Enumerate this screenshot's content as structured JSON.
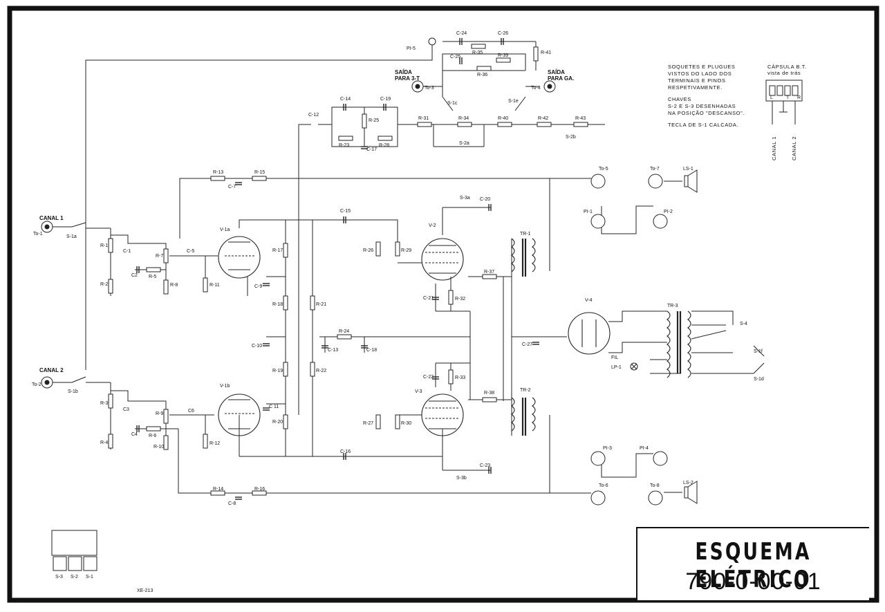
{
  "title": {
    "line1": "ESQUEMA ELÉTRICO",
    "line2": "790-0-00-01"
  },
  "drawing_code": "XE-213",
  "notes": {
    "sockets": [
      "SOQUETES E PLUGUES",
      "VISTOS DO LADO DOS",
      "TERMINAIS E PINOS",
      "RESPETIVAMENTE."
    ],
    "switches": [
      "CHAVES",
      "S-2 E S-3 DESENHADAS",
      "NA POSIÇÃO \"DESCANSO\"."
    ],
    "key": "TECLA DE S-1 CALCADA."
  },
  "capsule": {
    "title": "CÁPSULA B.T.",
    "subtitle": "vista de trás",
    "pins": [
      "L",
      "T",
      "R"
    ],
    "channels": [
      "CANAL 1",
      "CANAL 2"
    ]
  },
  "inputs": {
    "ch1": {
      "label": "CANAL 1",
      "jack": "To-1",
      "switch": "S-1a"
    },
    "ch2": {
      "label": "CANAL 2",
      "jack": "To-2",
      "switch": "S-1b"
    }
  },
  "outputs": {
    "out3t": {
      "label": [
        "SAÍDA",
        "PARA 3-T"
      ],
      "jack": "To-3"
    },
    "outga": {
      "label": [
        "SAÍDA",
        "PARA GA."
      ],
      "jack": "To-4"
    },
    "pl5": "PI-5"
  },
  "components": {
    "resistors": [
      "R-1",
      "R-2",
      "R-3",
      "R-4",
      "R-5",
      "R-6",
      "R-7",
      "R-8",
      "R-9",
      "R-10",
      "R-11",
      "R-12",
      "R-13",
      "R-14",
      "R-15",
      "R-16",
      "R-17",
      "R-18",
      "R-19",
      "R-20",
      "R-21",
      "R-22",
      "R-23",
      "R-24",
      "R-25",
      "R-26",
      "R-27",
      "R-28",
      "R-29",
      "R-30",
      "R-31",
      "R-32",
      "R-33",
      "R-34",
      "R-35",
      "R-36",
      "R-37",
      "R-38",
      "R-39",
      "R-40",
      "R-41",
      "R-42",
      "R-43"
    ],
    "capacitors": [
      "C-1",
      "C2",
      "C3",
      "C4",
      "C-5",
      "C6",
      "C-7",
      "C-8",
      "C-9",
      "C-10",
      "C 11",
      "C-12",
      "C-13",
      "C-14",
      "C-15",
      "C-16",
      "C-17",
      "C-18",
      "C-19",
      "C-20",
      "C-21",
      "C-22",
      "C-23",
      "C-24",
      "C-25",
      "C-26",
      "C-27"
    ],
    "tubes": [
      "V-1a",
      "V-1b",
      "V-2",
      "V-3",
      "V-4"
    ],
    "transformers": [
      "TR-1",
      "TR-2",
      "TR-3"
    ],
    "switches": [
      "S-1c",
      "S-1e",
      "S-1d",
      "S-1f",
      "S-2a",
      "S-2b",
      "S-3a",
      "S-3b",
      "S-4"
    ],
    "jacks": [
      "To-5",
      "To-6",
      "To-7",
      "To-8"
    ],
    "plugs": [
      "PI-1",
      "PI-2",
      "PI-3",
      "PI-4"
    ],
    "speakers": [
      "LS-1",
      "LS-2"
    ],
    "lamp": [
      "FIL",
      "LP-1"
    ]
  },
  "keyboard": [
    "S-3",
    "S-2",
    "S-1"
  ]
}
